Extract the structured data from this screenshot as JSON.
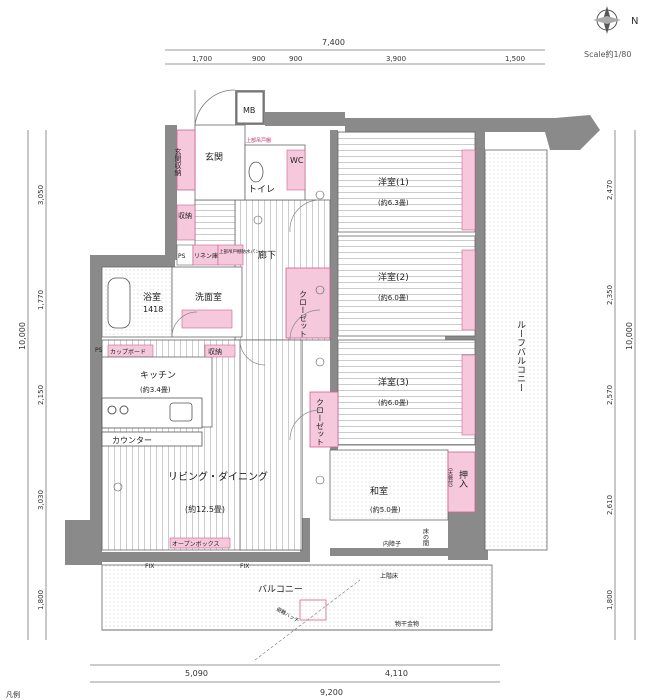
{
  "header": {
    "compass_label": "N",
    "scale": "Scale約1/80"
  },
  "dimensions": {
    "top_total": "7,400",
    "top_segments": [
      "1,700",
      "900",
      "900",
      "3,900",
      "1,500"
    ],
    "left": [
      "3,050",
      "1,770",
      "2,150",
      "3,030",
      "1,800"
    ],
    "left_total": "10,000",
    "right": [
      "2,470",
      "2,350",
      "2,570",
      "2,610",
      "1,800"
    ],
    "right_total": "10,000",
    "bottom_segments": [
      "5,090",
      "4,110"
    ],
    "bottom_total": "9,200"
  },
  "rooms": {
    "mb": "MB",
    "entrance": "玄関",
    "entrance_storage": "玄関収納",
    "entrance_shoes": "上部吊戸棚",
    "wc": "WC",
    "toilet": "トイレ",
    "storage_in": "収納",
    "ps1": "PS",
    "linen": "リネン庫",
    "linen_upper": "上部吊戸棚防水パン",
    "hallway": "廊下",
    "bath": "浴室",
    "bath_size": "1418",
    "washroom": "洗面室",
    "ps2": "PS",
    "cupboard": "カップボード",
    "kitchen": "キッチン",
    "kitchen_size": "(約3.4畳)",
    "pantry": "収納",
    "counter": "カウンター",
    "living": "リビング・ダイニング",
    "living_size": "(約12.5畳)",
    "audio_box": "オープンボックス",
    "western1": "洋室(1)",
    "western1_size": "(約6.3畳)",
    "western2": "洋室(2)",
    "western2_size": "(約6.0畳)",
    "western3": "洋室(3)",
    "western3_size": "(約6.0畳)",
    "closet": "クローゼット",
    "closet2": "クローゼット",
    "japanese": "和室",
    "japanese_size": "(約5.0畳)",
    "oshiire": "押入",
    "tenbukuro": "(天袋付)",
    "fusuma": "内障子",
    "tokonoma": "床の間",
    "roof_balcony": "ルーフバルコニー",
    "balcony": "バルコニー",
    "evacuation": "避難ハッチ",
    "upper_balcony_note": "上階床",
    "handrail": "物干金物",
    "fix1": "FIX",
    "fix2": "FIX",
    "floorplan_note": "凡例"
  }
}
